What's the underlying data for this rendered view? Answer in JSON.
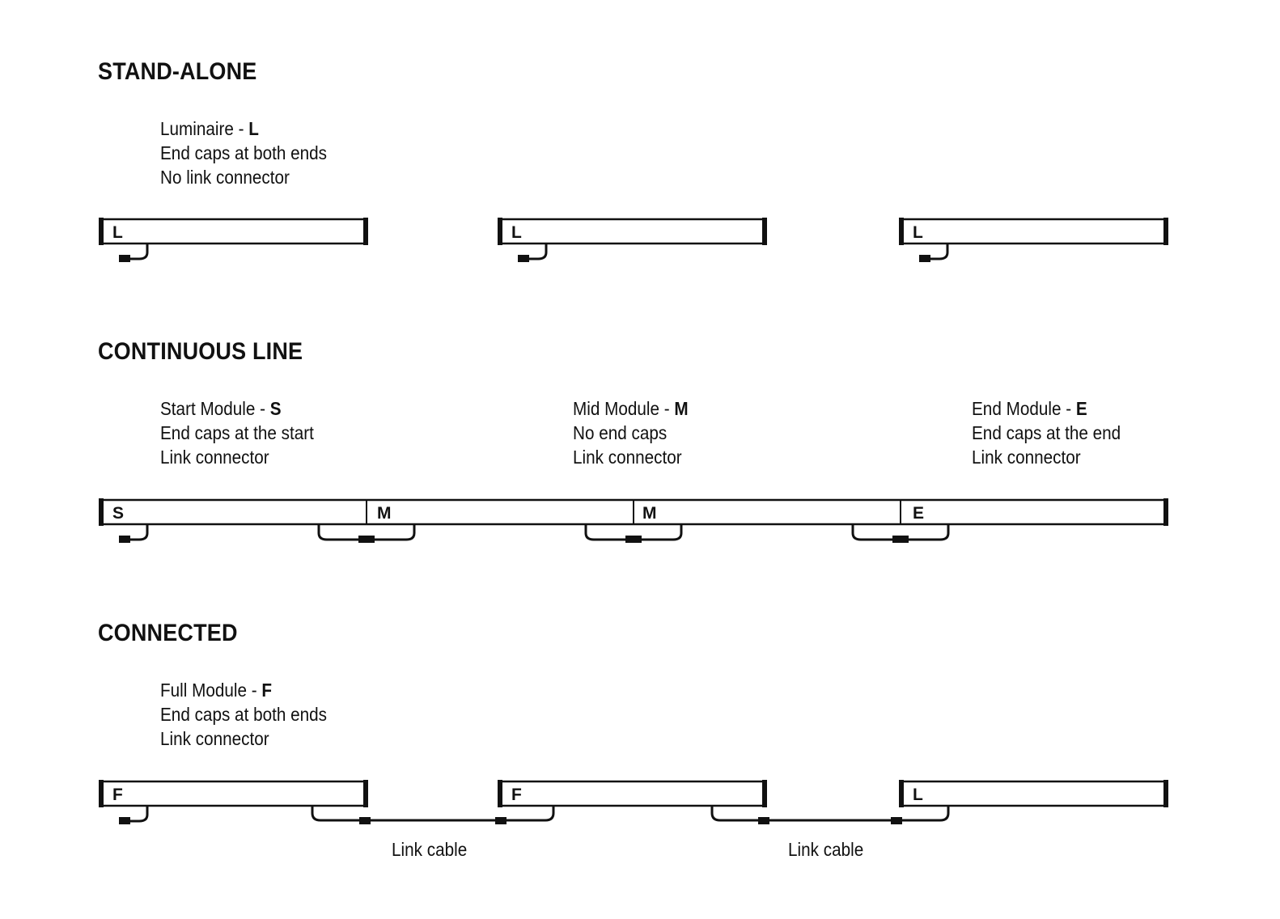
{
  "sections": [
    {
      "title": "STAND-ALONE",
      "descriptions": [
        {
          "line1_prefix": "Luminaire - ",
          "line1_code": "L",
          "line2": "End caps at both ends",
          "line3": "No link connector"
        }
      ]
    },
    {
      "title": "CONTINUOUS LINE",
      "descriptions": [
        {
          "line1_prefix": "Start Module - ",
          "line1_code": "S",
          "line2": "End caps at the start",
          "line3": "Link connector"
        },
        {
          "line1_prefix": "Mid Module - ",
          "line1_code": "M",
          "line2": "No end caps",
          "line3": "Link connector"
        },
        {
          "line1_prefix": "End Module - ",
          "line1_code": "E",
          "line2": "End caps at the end",
          "line3": "Link connector"
        }
      ]
    },
    {
      "title": "CONNECTED",
      "descriptions": [
        {
          "line1_prefix": "Full Module - ",
          "line1_code": "F",
          "line2": "End caps at both ends",
          "line3": "Link connector"
        }
      ]
    }
  ],
  "module_letters": {
    "standalone": [
      "L",
      "L",
      "L"
    ],
    "continuous": [
      "S",
      "M",
      "M",
      "E"
    ],
    "connected": [
      "F",
      "F",
      "L"
    ]
  },
  "cable_labels": [
    "Link cable",
    "Link cable"
  ],
  "colors": {
    "line": "#111111",
    "background": "#ffffff"
  }
}
